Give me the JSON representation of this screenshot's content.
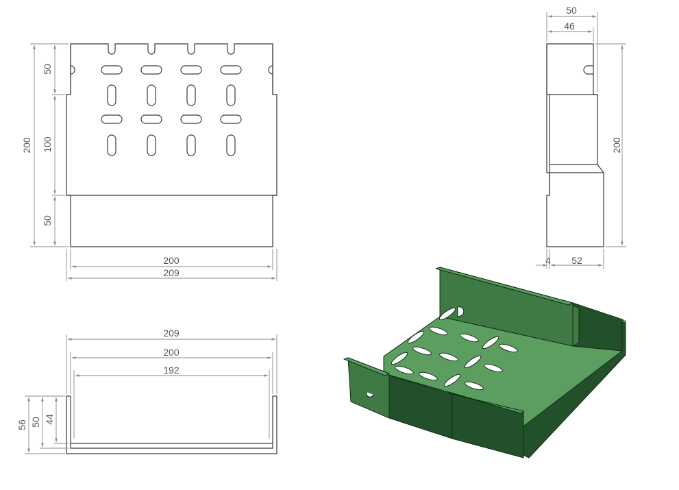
{
  "front_view": {
    "dims": {
      "overall_height": "200",
      "top_band": "50",
      "middle_band": "100",
      "bottom_band": "50",
      "inner_width": "200",
      "outer_width": "209"
    }
  },
  "side_view": {
    "dims": {
      "outer_width": "50",
      "inner_width": "46",
      "height": "200",
      "offset": "4",
      "lower_width": "52"
    }
  },
  "bottom_view": {
    "dims": {
      "outer_width": "209",
      "mid_width": "200",
      "inner_width": "192",
      "outer_height": "56",
      "mid_height": "50",
      "inner_height": "44"
    }
  },
  "colors": {
    "part_light": "#5b9e5f",
    "part_mid": "#3f7a44",
    "part_dark": "#22502a",
    "part_edge": "#0f2a14"
  }
}
